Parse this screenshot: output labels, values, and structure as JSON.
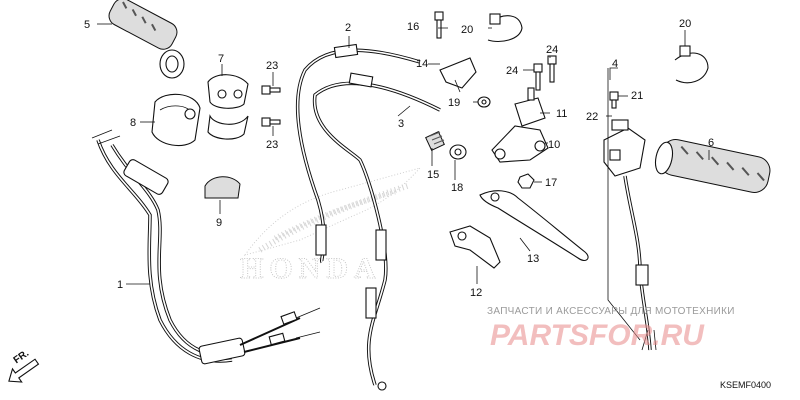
{
  "callouts": [
    {
      "id": "c1",
      "text": "1"
    },
    {
      "id": "c2",
      "text": "2"
    },
    {
      "id": "c3",
      "text": "3"
    },
    {
      "id": "c4",
      "text": "4"
    },
    {
      "id": "c5",
      "text": "5"
    },
    {
      "id": "c6",
      "text": "6"
    },
    {
      "id": "c7",
      "text": "7"
    },
    {
      "id": "c8",
      "text": "8"
    },
    {
      "id": "c9",
      "text": "9"
    },
    {
      "id": "c10",
      "text": "10"
    },
    {
      "id": "c11",
      "text": "11"
    },
    {
      "id": "c12",
      "text": "12"
    },
    {
      "id": "c13",
      "text": "13"
    },
    {
      "id": "c14",
      "text": "14"
    },
    {
      "id": "c15",
      "text": "15"
    },
    {
      "id": "c16",
      "text": "16"
    },
    {
      "id": "c17",
      "text": "17"
    },
    {
      "id": "c18",
      "text": "18"
    },
    {
      "id": "c19",
      "text": "19"
    },
    {
      "id": "c20a",
      "text": "20"
    },
    {
      "id": "c20b",
      "text": "20"
    },
    {
      "id": "c21",
      "text": "21"
    },
    {
      "id": "c22",
      "text": "22"
    },
    {
      "id": "c23a",
      "text": "23"
    },
    {
      "id": "c23b",
      "text": "23"
    },
    {
      "id": "c24a",
      "text": "24"
    },
    {
      "id": "c24b",
      "text": "24"
    }
  ],
  "front_arrow_label": "FR.",
  "diagram_code": "KSEMF0400",
  "background_logo_text": "HONDA",
  "watermark": {
    "line1": "ЗАПЧАСТИ И АКСЕССУАРЫ ДЛЯ МОТОТЕХНИКИ",
    "line2": "PARTSFOR.RU"
  },
  "colors": {
    "ink": "#111111",
    "watermark_red": "#e88a8a",
    "watermark_gray": "#9a9a9a"
  }
}
